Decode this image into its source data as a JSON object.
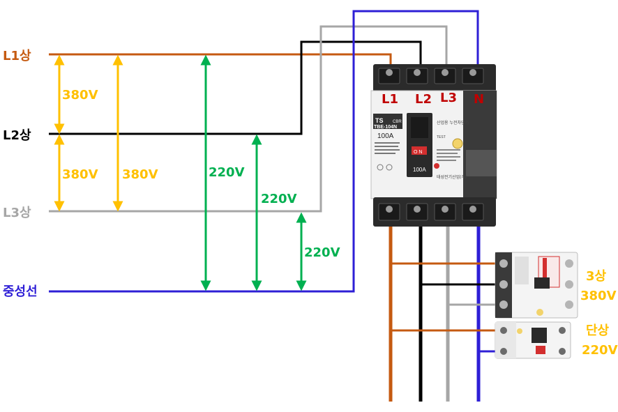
{
  "lines": {
    "l1": {
      "label": "L1상",
      "color": "#c55a11"
    },
    "l2": {
      "label": "L2상",
      "color": "#000000"
    },
    "l3": {
      "label": "L3상",
      "color": "#a6a6a6"
    },
    "n": {
      "label": "중성선",
      "color": "#2e1fd6"
    }
  },
  "voltages": {
    "line_to_line_color": "#ffc000",
    "line_to_neutral_color": "#00b050",
    "l1_l2": "380V",
    "l2_l3": "380V",
    "l1_l3": "380V",
    "l1_n": "220V",
    "l2_n": "220V",
    "l3_n": "220V"
  },
  "main_breaker": {
    "brand": "TS",
    "type": "CBR",
    "model": "TBE-104N",
    "rating": "100A",
    "product_name": "산업용 누전차단기",
    "on_label": "O N",
    "test_label": "TEST",
    "handle_rating": "100A",
    "maker": "태성전기산업(주)",
    "terminals": {
      "l1": "L1",
      "l2": "L2",
      "l3": "L3",
      "n": "N"
    },
    "terminal_label_color": "#c00000"
  },
  "branch_breakers": {
    "three_phase": {
      "label_line1": "3상",
      "label_line2": "380V",
      "color": "#ffc000"
    },
    "single_phase": {
      "label_line1": "단상",
      "label_line2": "220V",
      "color": "#ffc000"
    }
  }
}
